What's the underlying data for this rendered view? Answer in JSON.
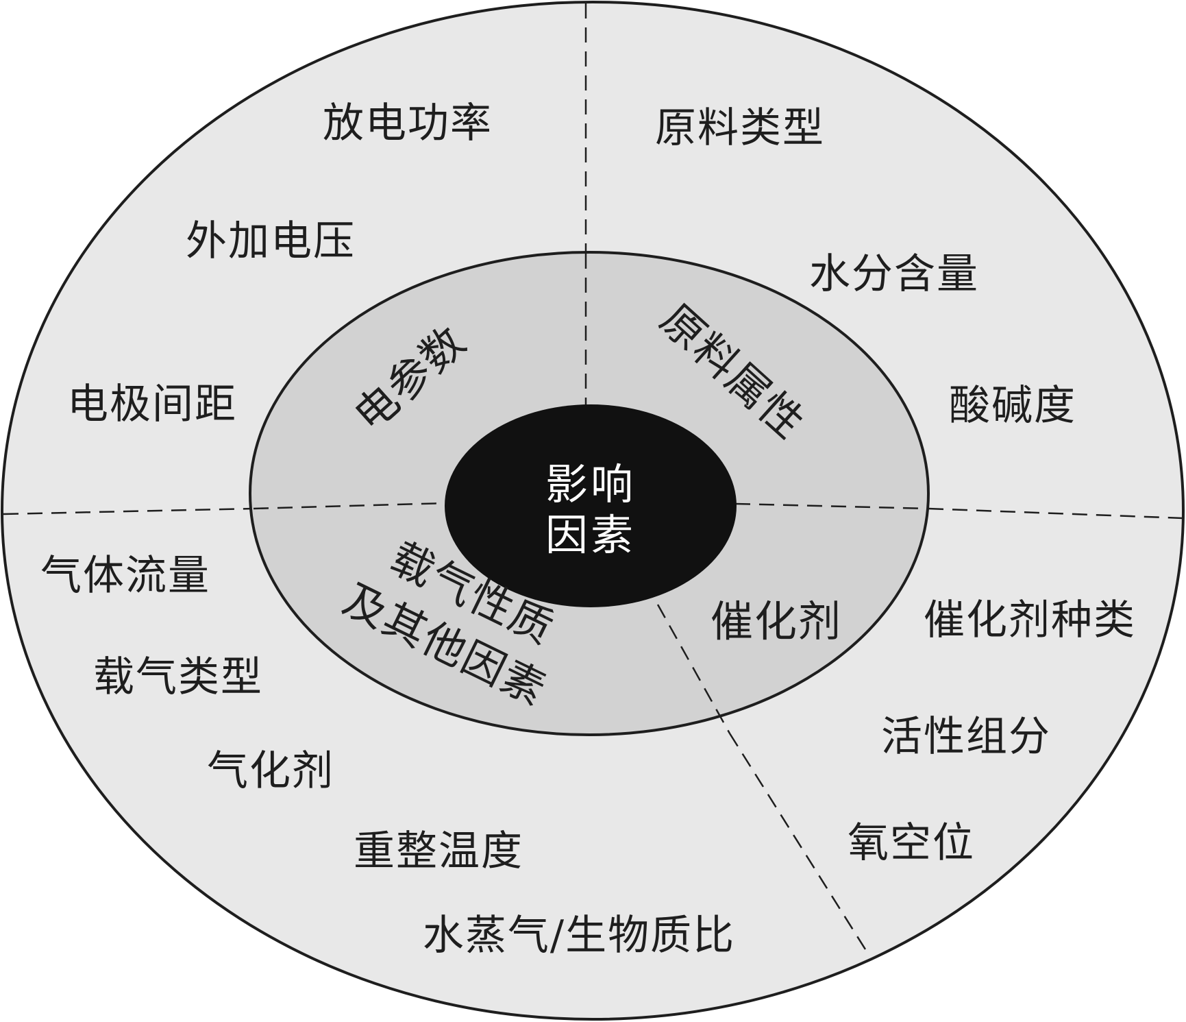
{
  "center": {
    "line1": "影响",
    "line2": "因素"
  },
  "inner_ring": {
    "electrical_params": "电参数",
    "feedstock_properties": "原料属性",
    "carrier_gas_line1": "载气性质",
    "carrier_gas_line2": "及其他因素",
    "catalyst": "催化剂"
  },
  "outer_ring": {
    "electrical": [
      "放电功率",
      "外加电压",
      "电极间距"
    ],
    "feedstock": [
      "原料类型",
      "水分含量",
      "酸碱度"
    ],
    "carrier_and_other": [
      "气体流量",
      "载气类型",
      "气化剂",
      "重整温度",
      "水蒸气/生物质比"
    ],
    "catalyst": [
      "催化剂种类",
      "活性组分",
      "氧空位"
    ]
  },
  "colors": {
    "outer_fill": "#e8e8e8",
    "inner_fill": "#d2d2d2",
    "center_fill": "#111111",
    "stroke": "#1e1e1e"
  }
}
